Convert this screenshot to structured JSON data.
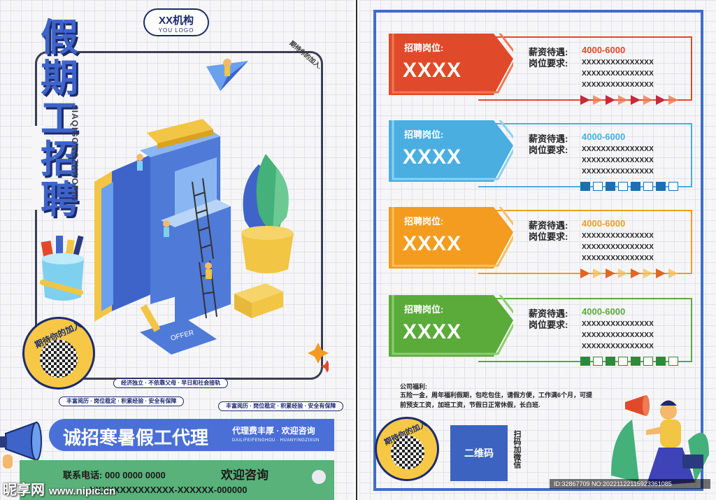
{
  "left": {
    "logo": {
      "name": "XX机构",
      "sub": "YOU LOGO"
    },
    "title_chars": [
      "假",
      "期",
      "工",
      "招",
      "聘"
    ],
    "pinyin": "JIAQIGONGZHAOPIN",
    "tag_top": "期待你的加入.",
    "stamp_text": "期待你的加入",
    "offer_label": "OFFER",
    "chips": [
      "经济独立 · 不依靠父母 · 早日和社会接轨",
      "丰富阅历 · 岗位稳定 · 积累经验 · 安全有保障",
      "丰富阅历 · 岗位稳定 · 积累经验 · 安全有保障"
    ],
    "banner": {
      "main": "诚招寒暑假工代理",
      "sub1": "代理费丰厚 · 欢迎咨询",
      "sub2": "DAILIFEIFENGHOU · HUANYINGZIXUN"
    },
    "footer": {
      "phone": "联系电话: 000 0000 0000",
      "welcome": "欢迎咨询",
      "xline": "XXXXXXXXXXXXXX-XXXXXX-000000"
    },
    "watermark": {
      "brand": "昵享网",
      "url": "www.nipic.cn"
    }
  },
  "right": {
    "jobs": [
      {
        "label": "招聘岗位:",
        "title": "XXXX",
        "salary_label": "薪资待遇:",
        "salary": "4000-6000",
        "req_label": "岗位要求:",
        "req_lines": [
          "XXXXXXXXXXXXXXX",
          "XXXXXXXXXXXXXXX",
          "XXXXXXXXXXXXXXX"
        ],
        "color": "#e04a2a",
        "light": "#f07a52",
        "deco": "triangles",
        "deco_color": "#c9283a"
      },
      {
        "label": "招聘岗位:",
        "title": "XXXX",
        "salary_label": "薪资待遇:",
        "salary": "4000-6000",
        "req_label": "岗位要求:",
        "req_lines": [
          "XXXXXXXXXXXXXXX",
          "XXXXXXXXXXXXXXX",
          "XXXXXXXXXXXXXXX"
        ],
        "color": "#4aaee0",
        "light": "#8fd0f0",
        "deco": "squares",
        "deco_color": "#1f6fb0"
      },
      {
        "label": "招聘岗位:",
        "title": "XXXX",
        "salary_label": "薪资待遇:",
        "salary": "4000-6000",
        "req_label": "岗位要求:",
        "req_lines": [
          "XXXXXXXXXXXXXXX",
          "XXXXXXXXXXXXXXX",
          "XXXXXXXXXXXXXXX"
        ],
        "color": "#f39c1f",
        "light": "#f8c15a",
        "deco": "triangles",
        "deco_color": "#e3661f"
      },
      {
        "label": "招聘岗位:",
        "title": "XXXX",
        "salary_label": "薪资待遇:",
        "salary": "4000-6000",
        "req_label": "岗位要求:",
        "req_lines": [
          "XXXXXXXXXXXXXXX",
          "XXXXXXXXXXXXXXX",
          "XXXXXXXXXXXXXXX"
        ],
        "color": "#5aab3a",
        "light": "#8ccf6a",
        "deco": "squares",
        "deco_color": "#2e8a3a"
      }
    ],
    "benefits": {
      "title": "公司福利:",
      "body": "五险一金，周年福利假期，包吃包住，请假方便，工作满6个月，可提前预支工资，加班工资，节假日正常休假，长白班."
    },
    "qr_label": "二维码",
    "qr_note": "扫码加微信",
    "stamp_text": "期待你的加入",
    "image_id": "ID:32867709 NO:20221122115923361085"
  }
}
